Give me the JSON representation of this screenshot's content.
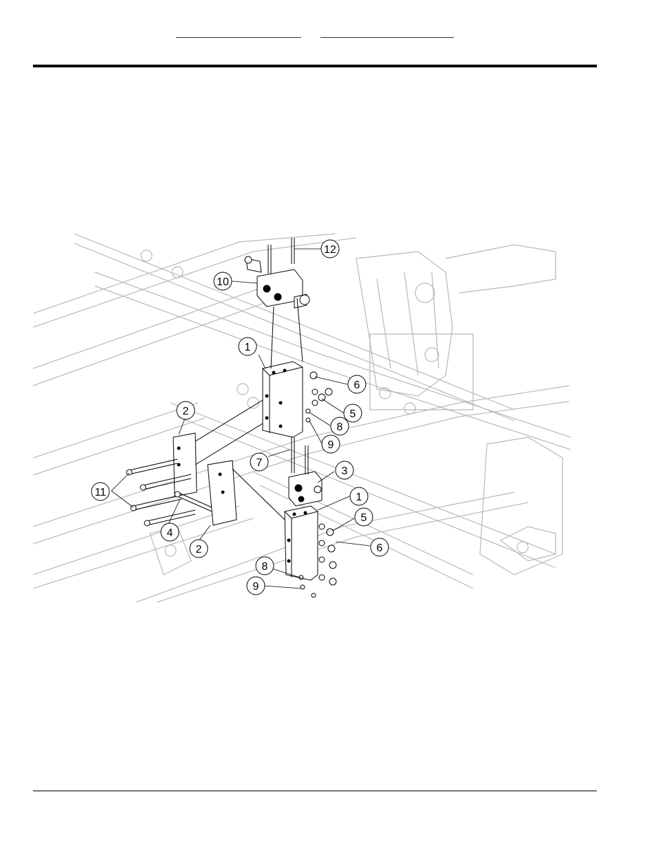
{
  "header": {
    "links": [
      "",
      ""
    ]
  },
  "diagram": {
    "callouts": [
      {
        "id": "12a",
        "label": "12"
      },
      {
        "id": "10",
        "label": "10"
      },
      {
        "id": "1a",
        "label": "1"
      },
      {
        "id": "6a",
        "label": "6"
      },
      {
        "id": "5a",
        "label": "5"
      },
      {
        "id": "8a",
        "label": "8"
      },
      {
        "id": "9a",
        "label": "9"
      },
      {
        "id": "2a",
        "label": "2"
      },
      {
        "id": "7",
        "label": "7"
      },
      {
        "id": "3",
        "label": "3"
      },
      {
        "id": "11",
        "label": "11"
      },
      {
        "id": "1b",
        "label": "1"
      },
      {
        "id": "5b",
        "label": "5"
      },
      {
        "id": "4",
        "label": "4"
      },
      {
        "id": "6b",
        "label": "6"
      },
      {
        "id": "2b",
        "label": "2"
      },
      {
        "id": "8b",
        "label": "8"
      },
      {
        "id": "9b",
        "label": "9"
      }
    ]
  }
}
